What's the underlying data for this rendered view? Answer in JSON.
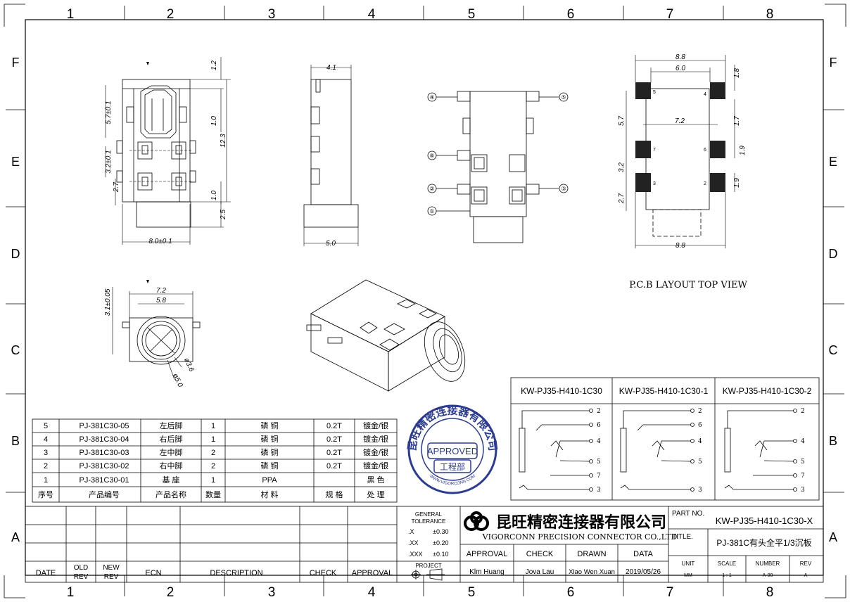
{
  "border": {
    "columns": [
      "1",
      "2",
      "3",
      "4",
      "5",
      "6",
      "7",
      "8"
    ],
    "rows": [
      "F",
      "E",
      "D",
      "C",
      "B",
      "A"
    ]
  },
  "dims": {
    "top_w": "8.0±0.1",
    "top_h1": "5.7±0.1",
    "top_h2": "3.2±0.1",
    "top_27": "2.7",
    "top_12": "1.2",
    "top_10a": "1.0",
    "top_123": "12.3",
    "top_10b": "1.0",
    "top_25": "2.5",
    "side_41": "4.1",
    "side_50": "5.0",
    "pcb_88a": "8.8",
    "pcb_60": "6.0",
    "pcb_18": "1.8",
    "pcb_57": "5.7",
    "pcb_72": "7.2",
    "pcb_17": "1.7",
    "pcb_19a": "1.9",
    "pcb_32": "3.2",
    "pcb_19b": "1.9",
    "pcb_27": "2.7",
    "pcb_88b": "8.8",
    "front_72": "7.2",
    "front_58": "5.8",
    "front_31": "3.1±0.05",
    "front_d36": "ø3.6",
    "front_d50": "ø5.0"
  },
  "pcb_pads": [
    "5",
    "4",
    "7",
    "6",
    "3",
    "2"
  ],
  "pins": [
    "④",
    "⑤",
    "⑥",
    "②",
    "③",
    "①"
  ],
  "pcb_caption": "P.C.B LAYOUT TOP VIEW",
  "schematic": {
    "headers": [
      "KW-PJ35-H410-1C30",
      "KW-PJ35-H410-1C30-1",
      "KW-PJ35-H410-1C30-2"
    ],
    "pins": [
      "2",
      "6",
      "4",
      "5",
      "7",
      "3"
    ]
  },
  "bom": {
    "rows": [
      [
        "5",
        "PJ-381C30-05",
        "左后脚",
        "1",
        "磷 铜",
        "0.2T",
        "镀金/银"
      ],
      [
        "4",
        "PJ-381C30-04",
        "右后脚",
        "1",
        "磷 铜",
        "0.2T",
        "镀金/银"
      ],
      [
        "3",
        "PJ-381C30-03",
        "左中脚",
        "2",
        "磷 铜",
        "0.2T",
        "镀金/银"
      ],
      [
        "2",
        "PJ-381C30-02",
        "右中脚",
        "2",
        "磷 铜",
        "0.2T",
        "镀金/银"
      ],
      [
        "1",
        "PJ-381C30-01",
        "基 座",
        "1",
        "PPA",
        "",
        "黑 色"
      ]
    ],
    "header": [
      "序号",
      "产品编号",
      "产品名称",
      "数量",
      "材 料",
      "规 格",
      "处 理"
    ]
  },
  "stamp": {
    "outer_text": "昆旺精密连接器有限公司",
    "approved": "APPROVED",
    "dept": "工程部",
    "url": "WWW.VIGORCONN.COM"
  },
  "title_block": {
    "rev_headers": [
      "DATE",
      "OLD REV",
      "NEW REV",
      "ECN",
      "DESCRIPTION",
      "CHECK",
      "APPROVAL"
    ],
    "tolerance": {
      "label1": "GENERAL",
      "label2": "TOLERANCE",
      "x": ".X",
      "x_val": "±0.30",
      "xx": ".XX",
      "xx_val": "±0.20",
      "xxx": ".XXX",
      "xxx_val": "±0.10"
    },
    "project": "PROJECT",
    "company_cn": "昆旺精密连接器有限公司",
    "company_en": "VIGORCONN PRECISION CONNECTOR CO.,LTD",
    "approval_headers": [
      "APPROVAL",
      "CHECK",
      "DRAWN",
      "DATA"
    ],
    "approval_values": [
      "Klm Huang",
      "Jova Lau",
      "Xlao Wen Xuan",
      "2019/05/26"
    ],
    "part_no_label": "PART NO.",
    "part_no": "KW-PJ35-H410-1C30-X",
    "title_label": "TITLE.",
    "title": "PJ-381C有头全平1/3沉板",
    "meta_headers": [
      "UNIT",
      "SCALE",
      "NUMBER",
      "REV"
    ],
    "meta_values": [
      "MM",
      "1 : 1",
      "A-00",
      "A"
    ]
  }
}
